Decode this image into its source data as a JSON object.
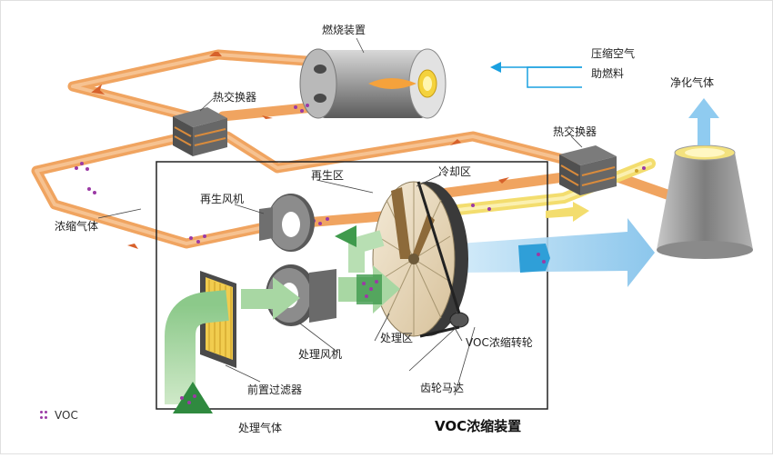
{
  "labels": {
    "combustion": "燃烧装置",
    "compressed_air": "压缩空气",
    "fuel": "助燃料",
    "purified_gas": "净化气体",
    "heat_exchanger_left": "热交换器",
    "heat_exchanger_right": "热交换器",
    "regen_zone": "再生区",
    "cooling_zone": "冷却区",
    "regen_fan": "再生风机",
    "concentrated_gas": "浓缩气体",
    "process_fan": "处理风机",
    "process_zone": "处理区",
    "rotor": "VOC浓缩转轮",
    "prefilter": "前置过滤器",
    "gear_motor": "齿轮马达",
    "process_gas": "处理气体",
    "device_title": "VOC浓缩装置"
  },
  "legend": {
    "text": "VOC",
    "color": "#9b3aa5"
  },
  "colors": {
    "orange_pipe": "#f2a25a",
    "light_orange": "#f7c79b",
    "yellow_pipe": "#f5e27a",
    "green_flow": "#9fd29a",
    "blue_flow": "#8ec9ee",
    "dark_green": "#3a9a4a",
    "voc_dot": "#9b3aa5"
  }
}
